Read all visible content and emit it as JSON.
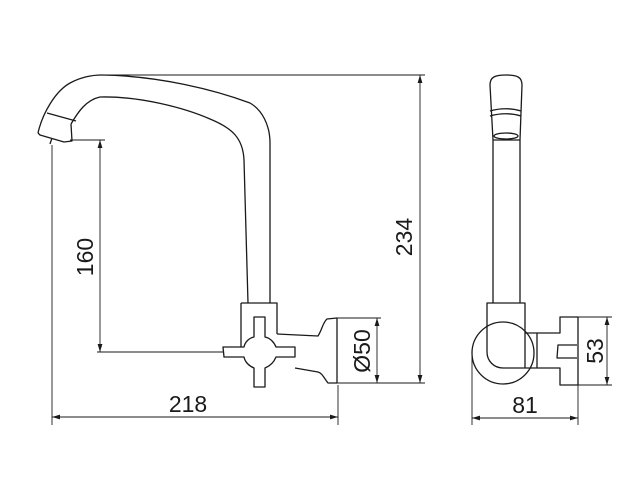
{
  "drawing": {
    "front_view": {
      "dim_height_total": "234",
      "dim_spout_height": "160",
      "dim_flange_diameter": "Ø50",
      "dim_reach": "218"
    },
    "side_view": {
      "dim_handle_height": "53",
      "dim_depth": "81"
    }
  }
}
